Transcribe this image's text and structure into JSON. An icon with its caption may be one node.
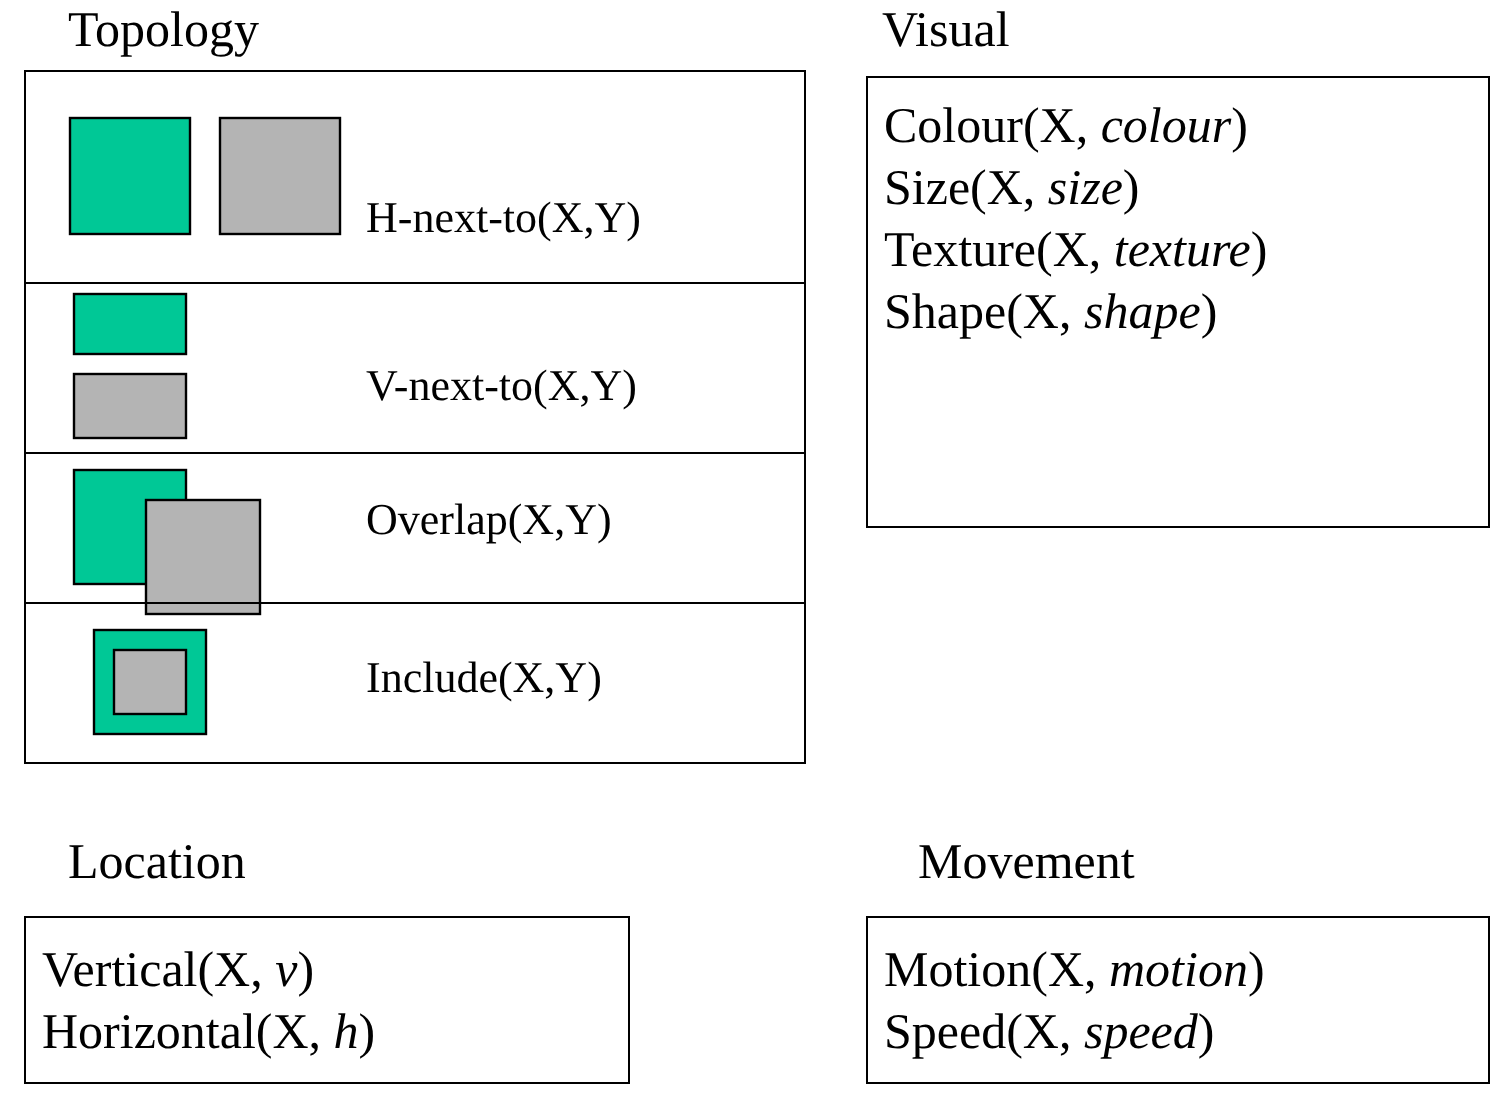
{
  "diagram": {
    "nodes": [
      {
        "text": [
          "Topology"
        ]
      },
      {
        "text": [
          "H-next-to(X,Y)"
        ],
        "in": 0
      },
      {
        "text": [
          "V-next-to(X,Y)"
        ],
        "in": 0
      },
      {
        "text": [
          "Overlap(X,Y)"
        ],
        "in": 0
      },
      {
        "text": [
          "Include(X,Y)"
        ],
        "in": 0
      },
      {
        "text": [
          "Visual",
          "Colour(X, *colour*)",
          "Size(X, *size*)",
          "Texture(X, *texture*)",
          "Shape(X, *shape*)"
        ]
      },
      {
        "text": [
          "Location",
          "Vertical(X, *v*)",
          "Horizontal(X, *h*)"
        ]
      },
      {
        "text": [
          "Movement",
          "Motion(X, *motion*)",
          "Speed(X, *speed*)"
        ]
      }
    ],
    "edges": []
  }
}
